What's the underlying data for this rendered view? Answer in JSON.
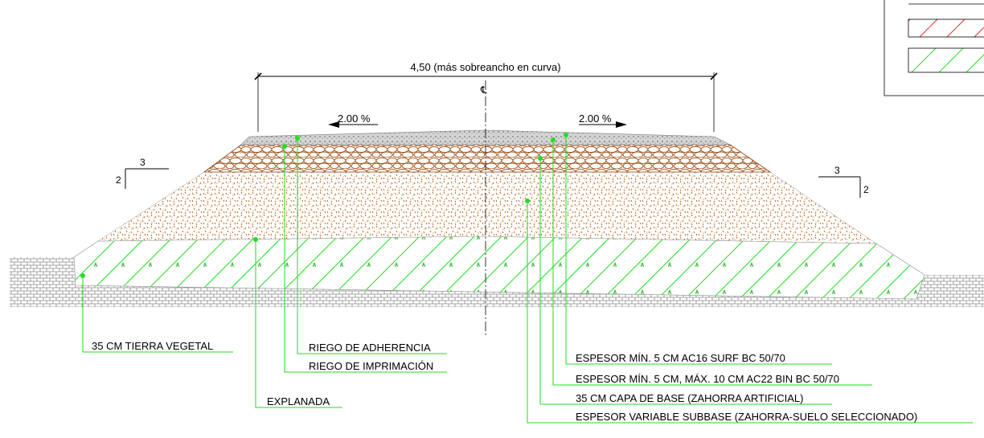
{
  "dimension": {
    "width_label": "4,50 (más sobreancho en curva)",
    "centerline_symbol": "℄"
  },
  "slopes": {
    "left": "2.00 %",
    "right": "2.00 %"
  },
  "embankment_slope": {
    "left_run": "3",
    "left_rise": "2",
    "right_run": "3",
    "right_rise": "2"
  },
  "callouts": {
    "tierra_vegetal": "35 CM TIERRA VEGETAL",
    "riego_adherencia": "RIEGO DE ADHERENCIA",
    "riego_imprimacion": "RIEGO DE IMPRIMACIÓN",
    "explanada": "EXPLANADA",
    "ac16": "ESPESOR MÍN. 5 CM AC16 SURF BC 50/70",
    "ac22": "ESPESOR MÍN. 5 CM, MÁX. 10 CM AC22 BIN BC 50/70",
    "base": "35 CM CAPA DE BASE (ZAHORRA ARTIFICIAL)",
    "subbase": "ESPESOR VARIABLE SUBBASE (ZAHORRA-SUELO SELECCIONADO)"
  },
  "colors": {
    "callout_line": "#22dd22",
    "green_hatch": "#22dd22",
    "red_hatch": "#e03030",
    "ground": "#9a9a9a"
  }
}
